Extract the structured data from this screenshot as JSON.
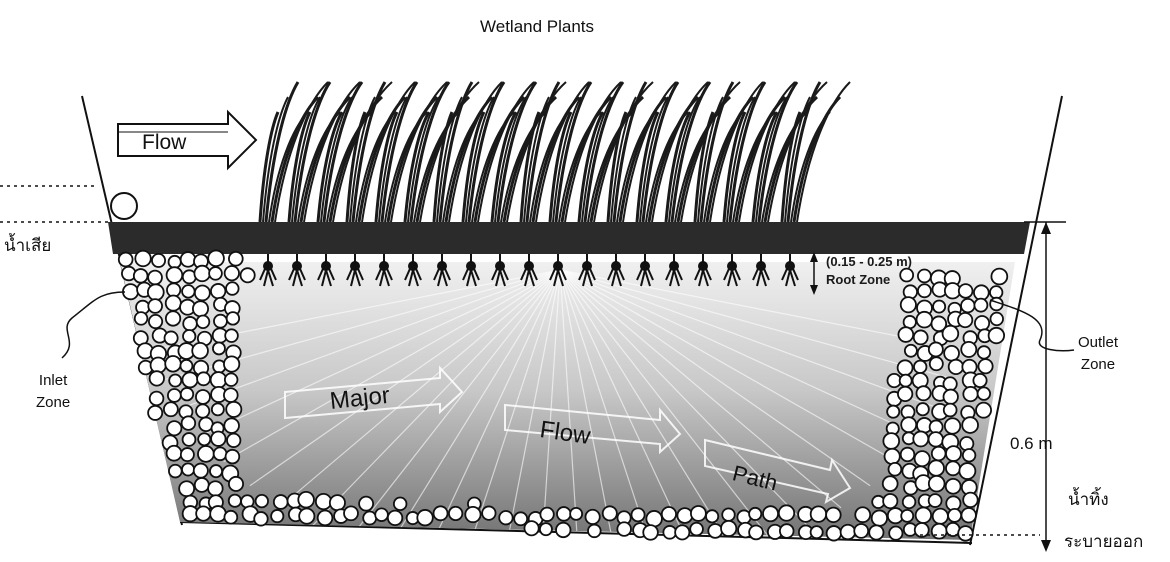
{
  "title": "Wetland Plants",
  "labels": {
    "flow_top": "Flow",
    "wastewater_in": "น้ำเสีย",
    "inlet_line1": "Inlet",
    "inlet_line2": "Zone",
    "root_range": "(0.15 - 0.25 m)",
    "root_zone": "Root Zone",
    "outlet_line1": "Outlet",
    "outlet_line2": "Zone",
    "depth": "0.6 m",
    "treated_out": "น้ำทิ้ง",
    "drain_out": "ระบายออก",
    "flow_path_1": "Major",
    "flow_path_2": "Flow",
    "flow_path_3": "Path"
  },
  "colors": {
    "soil_layer": "#2b2b2b",
    "gravel": "#ffffff",
    "water_light": "#dcdcdc",
    "water_dark": "#7a7a7a",
    "plants": "#1a1a1a"
  },
  "icons": [
    "flow-arrow-icon",
    "plant-icon",
    "gravel-icon",
    "water-level-float-icon"
  ]
}
